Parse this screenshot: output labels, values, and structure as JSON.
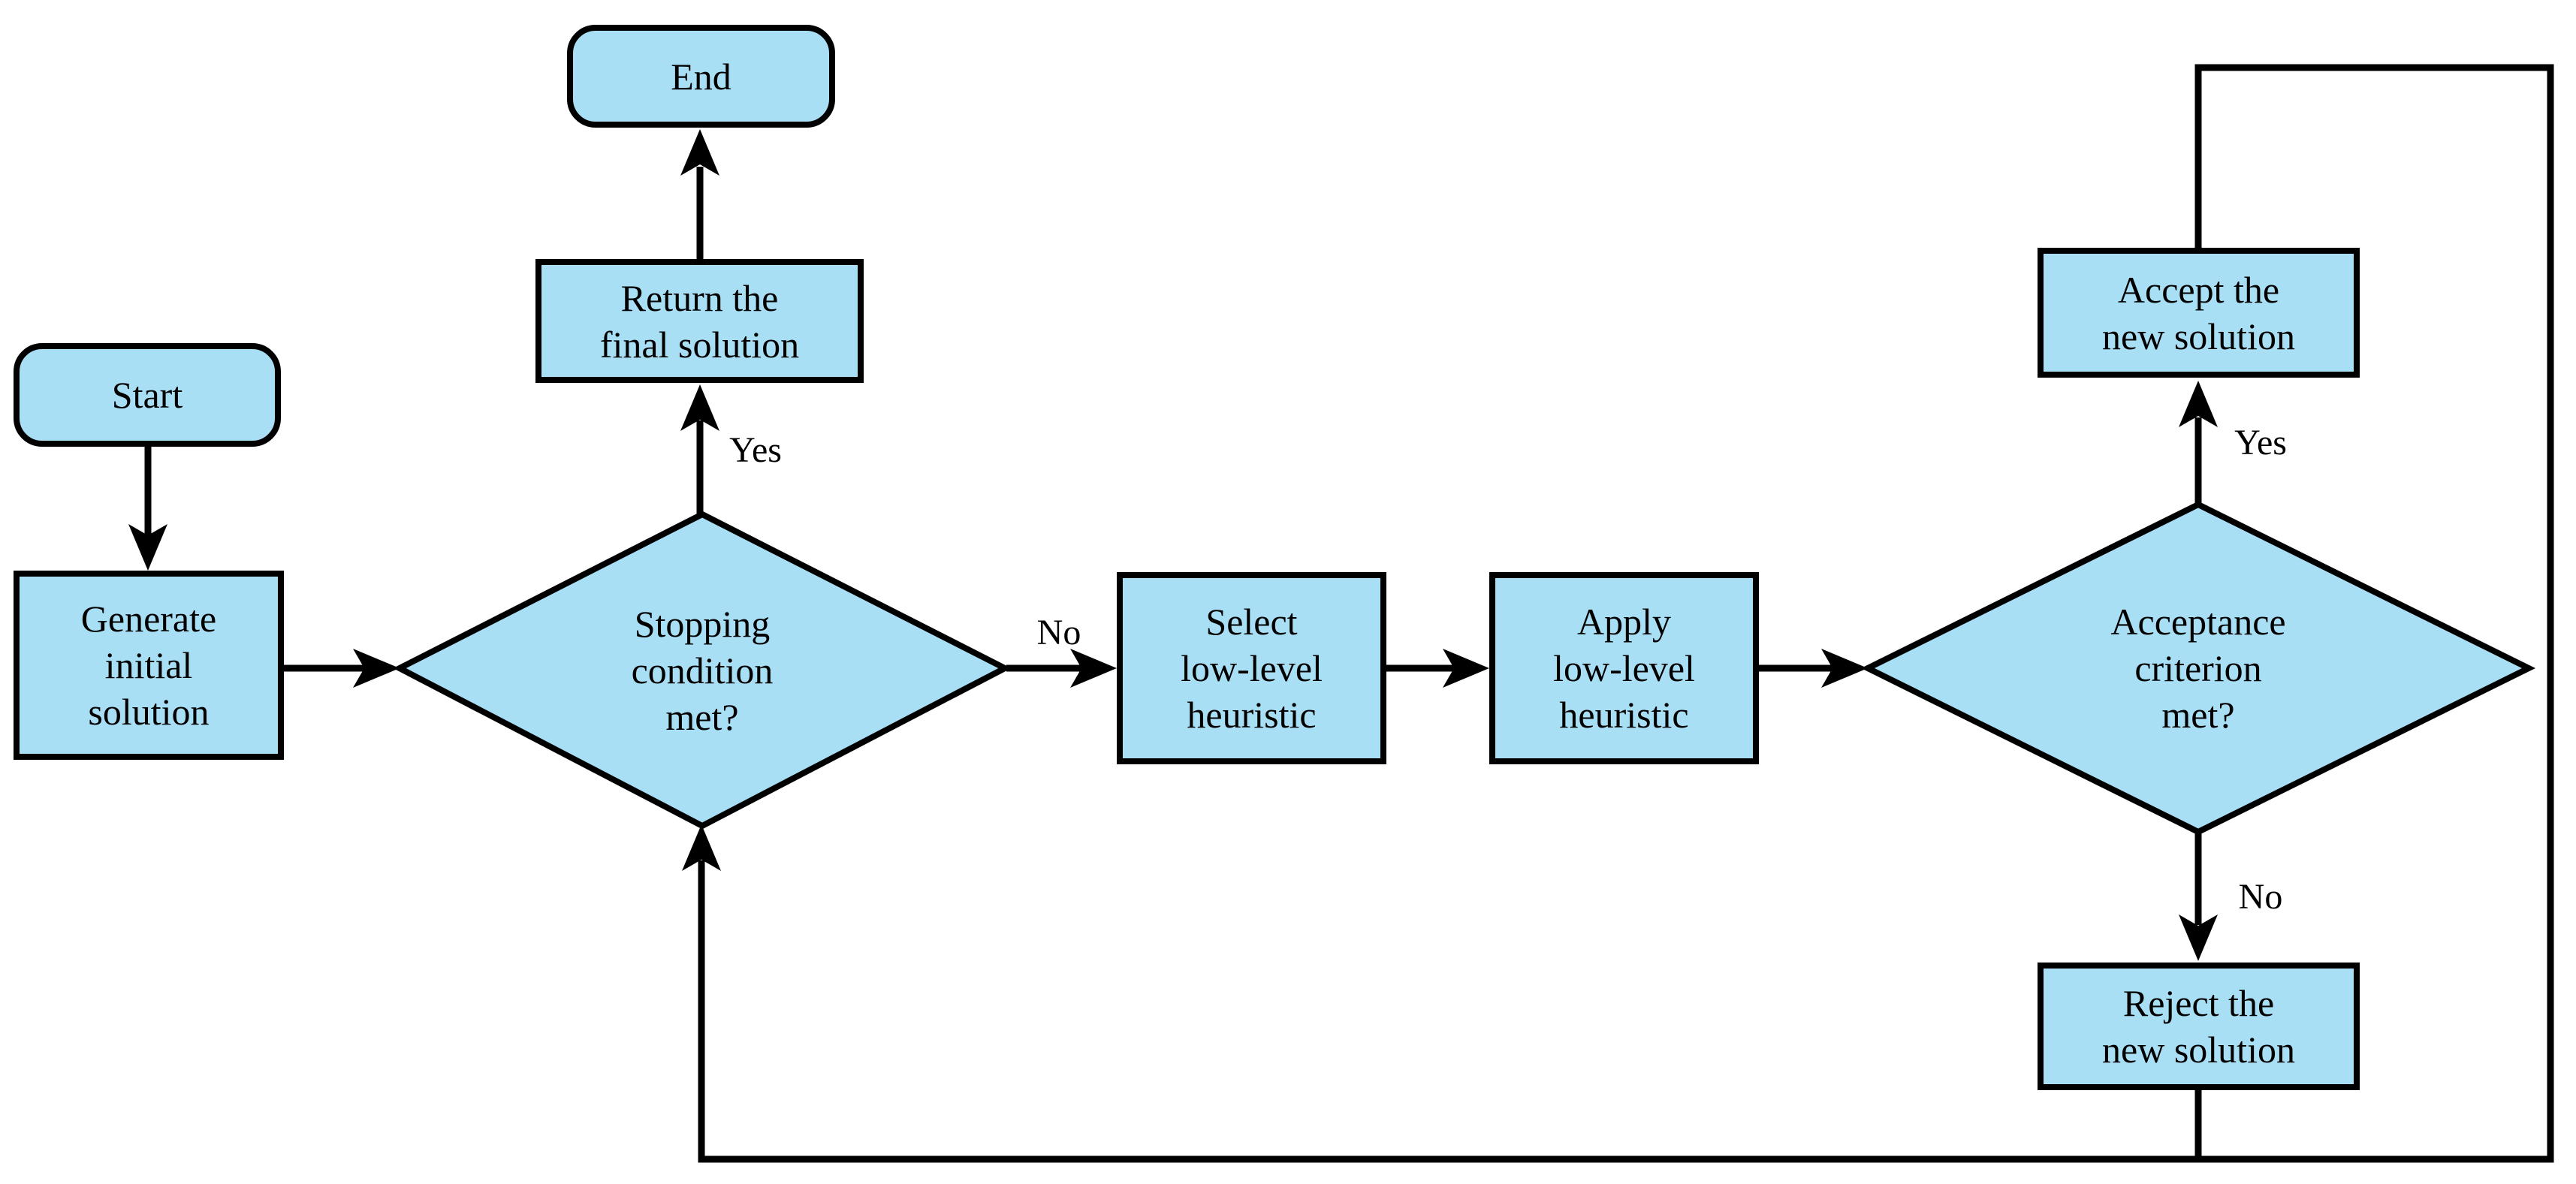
{
  "colors": {
    "node_fill": "#A8DFF5",
    "node_stroke": "#000000",
    "line_color": "#000000",
    "text_color": "#000000",
    "background": "#FFFFFF"
  },
  "nodes": {
    "start": {
      "label": "Start"
    },
    "generate_initial": {
      "line1": "Generate",
      "line2": "initial",
      "line3": "solution"
    },
    "stopping_condition": {
      "line1": "Stopping",
      "line2": "condition",
      "line3": "met?"
    },
    "return_final": {
      "line1": "Return the",
      "line2": "final solution"
    },
    "end": {
      "label": "End"
    },
    "select_heuristic": {
      "line1": "Select",
      "line2": "low-level",
      "line3": "heuristic"
    },
    "apply_heuristic": {
      "line1": "Apply",
      "line2": "low-level",
      "line3": "heuristic"
    },
    "acceptance_criterion": {
      "line1": "Acceptance",
      "line2": "criterion",
      "line3": "met?"
    },
    "accept_solution": {
      "line1": "Accept the",
      "line2": "new solution"
    },
    "reject_solution": {
      "line1": "Reject the",
      "line2": "new solution"
    }
  },
  "edge_labels": {
    "stopping_yes": "Yes",
    "stopping_no": "No",
    "acceptance_yes": "Yes",
    "acceptance_no": "No"
  }
}
